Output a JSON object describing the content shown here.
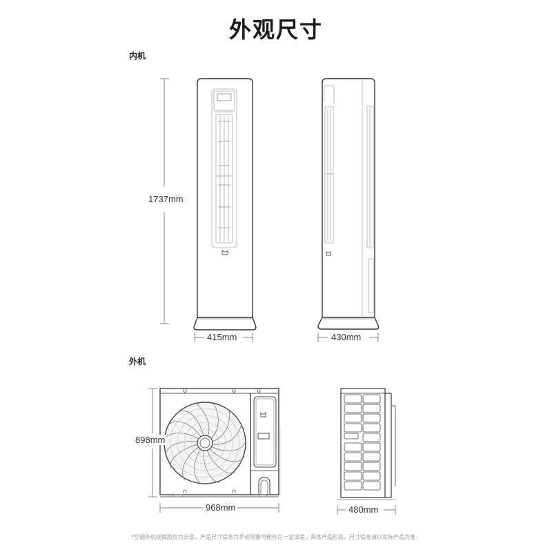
{
  "page": {
    "title": "外观尺寸",
    "footnote": "*空调外机线稿图仅为示意，产品尺寸信息为手动测量可能存在一定误差，具体产品形态，尺寸信息请以实际产品为准。"
  },
  "indoor_unit": {
    "label": "内机",
    "height": "1737mm",
    "front_width": "415mm",
    "side_depth": "430mm"
  },
  "outdoor_unit": {
    "label": "外机",
    "height": "898mm",
    "front_width": "968mm",
    "side_depth": "480mm"
  },
  "colors": {
    "line": "#333333",
    "dim_line": "#999999",
    "footnote": "#999999"
  },
  "icons": {
    "brand_logo": "mi-home-logo-icon",
    "fan": "fan-grille-icon"
  }
}
